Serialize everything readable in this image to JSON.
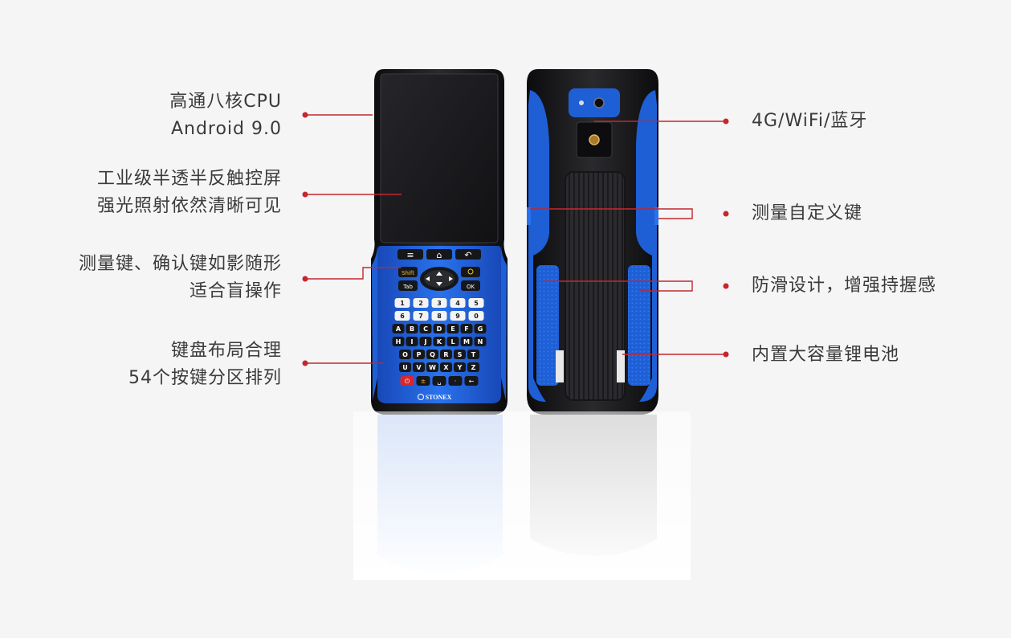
{
  "features_left": [
    {
      "lines": [
        "高通八核CPU",
        "Android 9.0"
      ]
    },
    {
      "lines": [
        "工业级半透半反触控屏",
        "强光照射依然清晰可见"
      ]
    },
    {
      "lines": [
        "测量键、确认键如影随形",
        "适合盲操作"
      ]
    },
    {
      "lines": [
        "键盘布局合理",
        "54个按键分区排列"
      ]
    }
  ],
  "features_right": [
    {
      "lines": [
        "4G/WiFi/蓝牙"
      ]
    },
    {
      "lines": [
        "测量自定义键"
      ]
    },
    {
      "lines": [
        "防滑设计，增强持握感"
      ]
    },
    {
      "lines": [
        "内置大容量锂电池"
      ]
    }
  ],
  "device": {
    "brand": "STONEX",
    "nav_keys": [
      "≡",
      "⌂",
      "↶"
    ],
    "function_keys": {
      "shift": "Shift",
      "tab": "Tab",
      "ok": "OK"
    },
    "keypad_rows": [
      [
        "1",
        "2",
        "3",
        "4",
        "5"
      ],
      [
        "6",
        "7",
        "8",
        "9",
        "0"
      ],
      [
        "A",
        "B",
        "C",
        "D",
        "E",
        "F",
        "G"
      ],
      [
        "H",
        "I",
        "J",
        "K",
        "L",
        "M",
        "N"
      ],
      [
        "O",
        "P",
        "Q",
        "R",
        "S",
        "T"
      ],
      [
        "U",
        "V",
        "W",
        "X",
        "Y",
        "Z"
      ]
    ],
    "bottom_keys": [
      "⏻",
      "±",
      "␣",
      "·",
      "←"
    ]
  },
  "colors": {
    "accent_blue": "#1f5fd6",
    "body_black": "#1b1b1d",
    "line_red": "#c4272e",
    "text": "#3a3a3a",
    "background": "#f5f5f5"
  },
  "icons": [
    "menu-icon",
    "home-icon",
    "back-icon",
    "power-icon",
    "camera-icon",
    "fingerprint-icon",
    "arrow-up-icon",
    "arrow-down-icon",
    "arrow-left-icon",
    "arrow-right-icon"
  ]
}
